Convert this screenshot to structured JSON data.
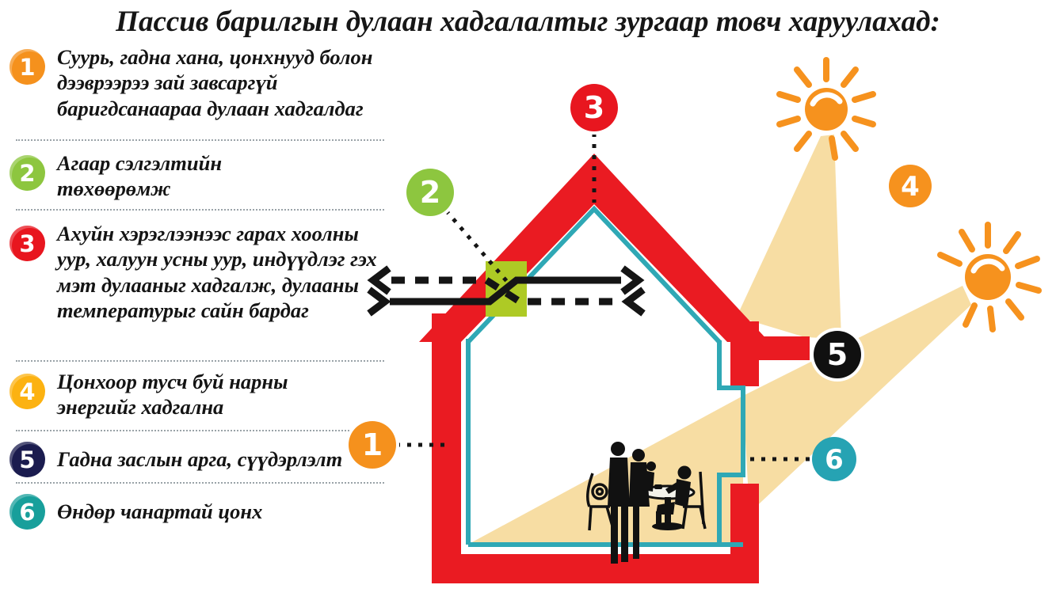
{
  "title": "Пассив барилгын дулаан хадгалалтыг зургаар товч харуулахад:",
  "legend": {
    "items": [
      {
        "number": "1",
        "color": "#f5911d",
        "text": "Суурь, гадна хана, цонхнууд болон дээврээрээ зай завсаргүй баригдсанаараа дулаан хадгалдаг"
      },
      {
        "number": "2",
        "color": "#8dc63f",
        "text": "Агаар сэлгэлтийн төхөөрөмж"
      },
      {
        "number": "3",
        "color": "#e8161f",
        "text": "Ахуйн хэрэглээнээс гарах хоолны уур, халуун усны уур, индүүдлэг гэх мэт дулааныг хадгалж, дулааны температурыг сайн бардаг"
      },
      {
        "number": "4",
        "color": "#fcb211",
        "text": "Цонхоор тусч буй нарны энергийг хадгална"
      },
      {
        "number": "5",
        "color": "#1b1c4f",
        "text": "Гадна заслын арга, сүүдэрлэлт"
      },
      {
        "number": "6",
        "color": "#189f9b",
        "text": "Өндөр чанартай цонх"
      }
    ]
  },
  "diagram": {
    "markers": [
      {
        "number": "1",
        "color": "#f5911d"
      },
      {
        "number": "2",
        "color": "#8dc63f"
      },
      {
        "number": "3",
        "color": "#e8161f"
      },
      {
        "number": "4",
        "color": "#f6921e"
      },
      {
        "number": "5",
        "color": "#101010"
      },
      {
        "number": "6",
        "color": "#26a3b3"
      }
    ],
    "colors": {
      "wall": "#ea1b22",
      "inner_line": "#2fa8b5",
      "ventilation_unit": "#aeca25",
      "sun": "#f6921e",
      "sunbeam": "#f7dda3"
    }
  }
}
